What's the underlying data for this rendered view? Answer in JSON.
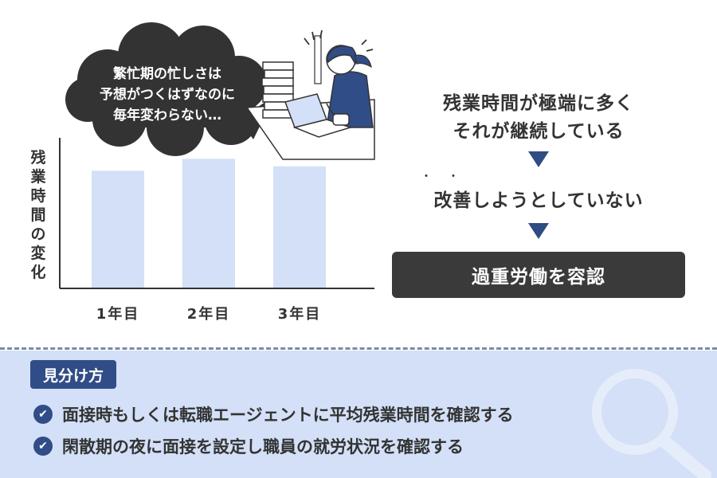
{
  "speech_bubble": {
    "lines": [
      "繁忙期の忙しさは",
      "予想がつくはずなのに",
      "毎年変わらない…"
    ]
  },
  "chart_data": {
    "type": "bar",
    "title": "",
    "xlabel": "",
    "ylabel": "残業時間の変化",
    "categories": [
      "1年目",
      "2年目",
      "3年目"
    ],
    "values": [
      0.78,
      0.86,
      0.81
    ],
    "ylim": [
      0,
      1
    ],
    "grid": false,
    "bar_color": "#d3e0f7",
    "axis_color": "#333333"
  },
  "flow": {
    "step1_line1": "残業時間が極端に多く",
    "step1_line2": "それが継続している",
    "emphasis_dots": "・・",
    "step2": "改善しようとしていない",
    "result": "過重労働を容認"
  },
  "tips": {
    "label": "見分け方",
    "items": [
      "面接時もしくは転職エージェントに平均残業時間を確認する",
      "閑散期の夜に面接を設定し職員の就労状況を確認する"
    ],
    "check_icon": "check-circle-icon",
    "decor_icon": "magnifier-icon"
  },
  "illustration": {
    "icon": "stressed-worker-at-laptop-icon"
  },
  "colors": {
    "accent": "#304d87",
    "bubble": "#333333",
    "panel": "#d3e0f7",
    "result_box": "#3a3a3a"
  }
}
